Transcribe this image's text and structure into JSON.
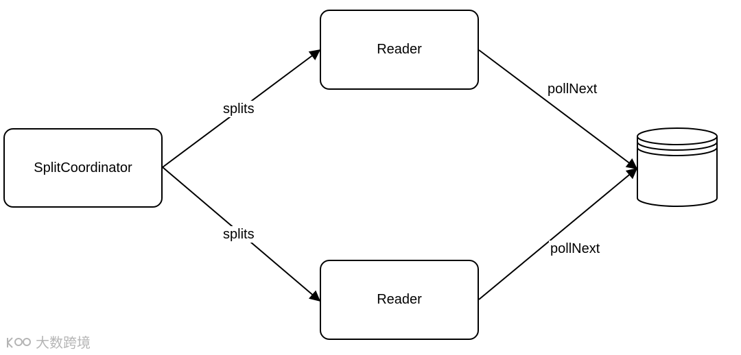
{
  "nodes": {
    "coordinator": {
      "label": "SplitCoordinator"
    },
    "reader_top": {
      "label": "Reader"
    },
    "reader_bottom": {
      "label": "Reader"
    }
  },
  "edges": {
    "to_reader_top": {
      "label": "splits"
    },
    "to_reader_bottom": {
      "label": "splits"
    },
    "from_reader_top": {
      "label": "pollNext"
    },
    "from_reader_bottom": {
      "label": "pollNext"
    }
  },
  "storage": {
    "icon": "database-icon"
  },
  "watermark": {
    "text": "大数跨境",
    "icon": "brand-logo-icon"
  },
  "colors": {
    "stroke": "#000000",
    "watermark": "#b5b5b5"
  }
}
